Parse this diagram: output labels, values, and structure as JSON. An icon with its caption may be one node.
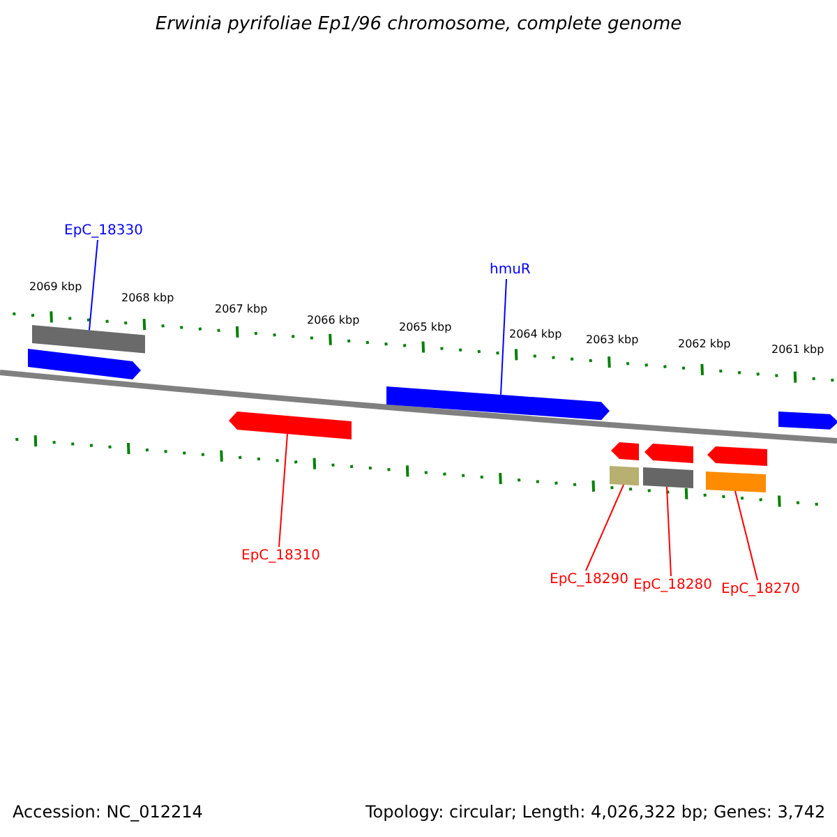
{
  "diagram": {
    "title": "Erwinia pyrifoliae Ep1/96 chromosome, complete genome",
    "nodes": [
      {
        "text": [
          "EpC_18330"
        ]
      },
      {
        "text": [
          "hmuR"
        ]
      },
      {
        "text": [],
        "shape": "bar"
      },
      {
        "text": [],
        "shape": "arrow"
      },
      {
        "text": [],
        "shape": "arrow"
      },
      {
        "text": [],
        "shape": "arrow"
      },
      {
        "text": [],
        "shape": "arrow"
      },
      {
        "text": [],
        "shape": "arrow"
      },
      {
        "text": [],
        "shape": "arrow"
      },
      {
        "text": [],
        "shape": "arrow"
      },
      {
        "text": [],
        "shape": "bar"
      },
      {
        "text": [],
        "shape": "bar"
      },
      {
        "text": [],
        "shape": "bar"
      },
      {
        "text": [
          "EpC_18310"
        ]
      },
      {
        "text": [
          "EpC_18290"
        ]
      },
      {
        "text": [
          "EpC_18280"
        ]
      },
      {
        "text": [
          "EpC_18270"
        ]
      }
    ],
    "edges": [
      {
        "from": 0,
        "to": 2,
        "arrow": "none",
        "color": "#0000ff"
      },
      {
        "from": 1,
        "to": 4,
        "arrow": "none",
        "color": "#0000ff"
      },
      {
        "from": 13,
        "to": 6,
        "arrow": "none"
      },
      {
        "from": 14,
        "to": 10,
        "arrow": "none"
      },
      {
        "from": 15,
        "to": 11,
        "arrow": "none"
      },
      {
        "from": 16,
        "to": 12,
        "arrow": "none"
      }
    ],
    "labels": [
      "2069 kbp",
      "2068 kbp",
      "2067 kbp",
      "2066 kbp",
      "2065 kbp",
      "2064 kbp",
      "2063 kbp",
      "2062 kbp",
      "2061 kbp",
      "Accession: NC_012214",
      "Topology: circular; Length: 4,026,322 bp; Genes: 3,742"
    ]
  }
}
